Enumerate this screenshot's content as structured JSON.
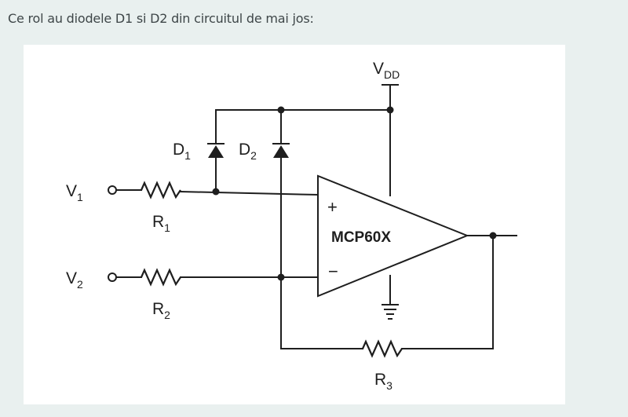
{
  "question": "Ce rol au diodele D1 si D2 din circuitul de mai jos:",
  "diagram": {
    "supply": {
      "main": "V",
      "sub": "DD"
    },
    "diode1": {
      "main": "D",
      "sub": "1"
    },
    "diode2": {
      "main": "D",
      "sub": "2"
    },
    "input1": {
      "main": "V",
      "sub": "1"
    },
    "input2": {
      "main": "V",
      "sub": "2"
    },
    "resistor1": {
      "main": "R",
      "sub": "1"
    },
    "resistor2": {
      "main": "R",
      "sub": "2"
    },
    "resistor3": {
      "main": "R",
      "sub": "3"
    },
    "opamp": {
      "name": "MCP60X",
      "plus": "+",
      "minus": "−"
    }
  }
}
